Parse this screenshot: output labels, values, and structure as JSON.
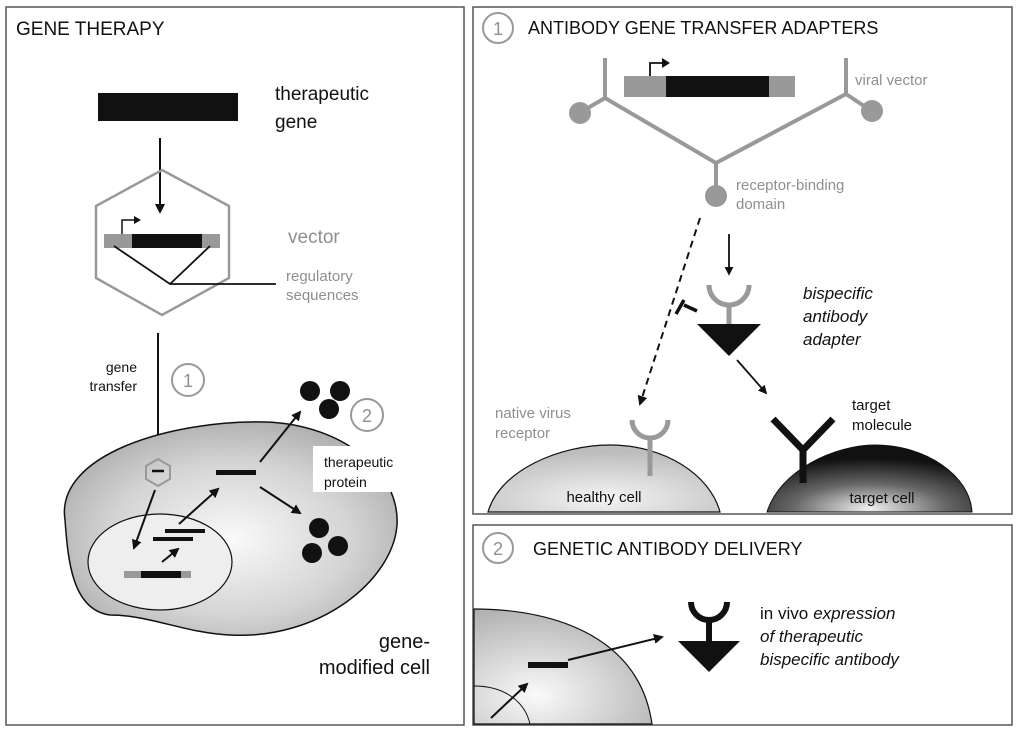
{
  "colors": {
    "ink": "#111111",
    "grey": "#999999",
    "label_grey": "#8f8f8f",
    "panel_border": "#555555"
  },
  "panels": {
    "gene_therapy": {
      "title": "GENE THERAPY",
      "labels": {
        "therapeutic_gene_1": "therapeutic",
        "therapeutic_gene_2": "gene",
        "vector": "vector",
        "regulatory_1": "regulatory",
        "regulatory_2": "sequences",
        "gene_transfer_1": "gene",
        "gene_transfer_2": "transfer",
        "therapeutic_protein_1": "therapeutic",
        "therapeutic_protein_2": "protein",
        "modified_cell_1": "gene-",
        "modified_cell_2": "modified cell"
      },
      "step_markers": [
        "1",
        "2"
      ]
    },
    "adapters": {
      "number": "1",
      "title": "ANTIBODY GENE TRANSFER ADAPTERS",
      "labels": {
        "viral_vector": "viral vector",
        "receptor_binding_1": "receptor-binding",
        "receptor_binding_2": "domain",
        "bispecific_1": "bispecific",
        "bispecific_2": "antibody",
        "bispecific_3": "adapter",
        "native_receptor_1": "native virus",
        "native_receptor_2": "receptor",
        "target_molecule_1": "target",
        "target_molecule_2": "molecule",
        "healthy_cell": "healthy cell",
        "target_cell": "target cell"
      }
    },
    "delivery": {
      "number": "2",
      "title": "GENETIC ANTIBODY DELIVERY",
      "labels": {
        "line1_plain": "in vivo",
        "line1_italic": "expression",
        "line2": "of therapeutic",
        "line3": "bispecific antibody"
      }
    }
  }
}
